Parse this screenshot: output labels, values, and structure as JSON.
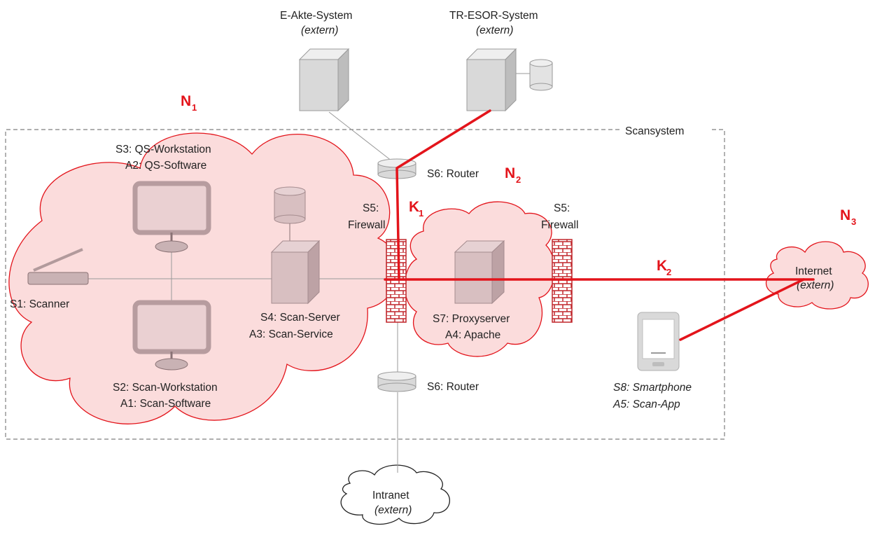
{
  "boundary": {
    "title": "Scansystem"
  },
  "external_systems": {
    "eakte": {
      "name": "E-Akte-System",
      "note": "(extern)"
    },
    "tresor": {
      "name": "TR-ESOR-System",
      "note": "(extern)"
    }
  },
  "components": {
    "scanner": "S1: Scanner",
    "qs_workstation": {
      "line1": "S3: QS-Workstation",
      "line2": "A2: QS-Software"
    },
    "scan_workstation": {
      "line1": "S2: Scan-Workstation",
      "line2": "A1: Scan-Software"
    },
    "scan_server": {
      "line1": "S4: Scan-Server",
      "line2": "A3: Scan-Service"
    },
    "firewall_left": {
      "line1": "S5:",
      "line2": "Firewall"
    },
    "firewall_right": {
      "line1": "S5:",
      "line2": "Firewall"
    },
    "router_top": "S6: Router",
    "router_bottom": "S6: Router",
    "proxy": {
      "line1": "S7: Proxyserver",
      "line2": "A4: Apache"
    },
    "smartphone": {
      "line1": "S8: Smartphone",
      "line2": "A5: Scan-App"
    }
  },
  "networks": {
    "n1": {
      "main": "N",
      "sub": "1"
    },
    "n2": {
      "main": "N",
      "sub": "2"
    },
    "n3": {
      "main": "N",
      "sub": "3"
    },
    "internet": {
      "name": "Internet",
      "note": "(extern)"
    },
    "intranet": {
      "name": "Intranet",
      "note": "(extern)"
    }
  },
  "connections": {
    "k1": {
      "main": "K",
      "sub": "1"
    },
    "k2": {
      "main": "K",
      "sub": "2"
    }
  },
  "colors": {
    "accent_red": "#e3141b",
    "cloud_fill": "#fbdcdc",
    "cloud_stroke": "#e3141b",
    "server_gray": "#d9d9d9",
    "boundary_dash": "#7f7f7f"
  }
}
